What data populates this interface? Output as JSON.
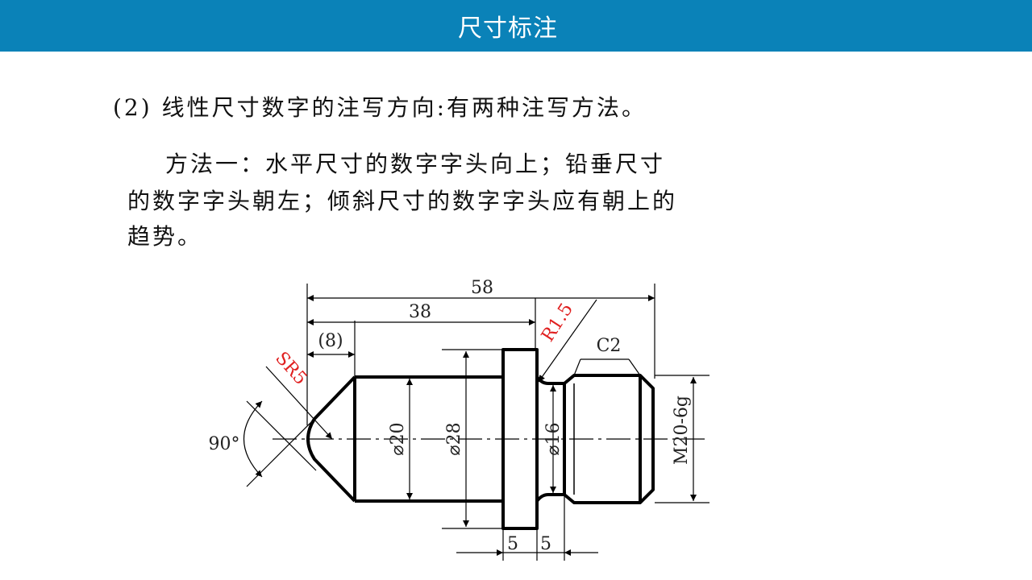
{
  "header": {
    "title": "尺寸标注"
  },
  "text": {
    "line1": "(2) 线性尺寸数字的注写方向:有两种注写方法。",
    "line2": "方法一：水平尺寸的数字字头向上；铅垂尺寸",
    "line3": "的数字字头朝左；倾斜尺寸的数字字头应有朝上的",
    "line4": "趋势。"
  },
  "drawing": {
    "dims": {
      "d58": "58",
      "d38": "38",
      "d8": "(8)",
      "r15": "R1.5",
      "c2": "C2",
      "sr5": "SR5",
      "angle": "90°",
      "phi20": "⌀20",
      "phi28": "⌀28",
      "phi16": "⌀16",
      "m20": "M20-6g",
      "five_a": "5",
      "five_b": "5"
    },
    "colors": {
      "annotation_red": "#e02020",
      "line": "#000000"
    }
  }
}
